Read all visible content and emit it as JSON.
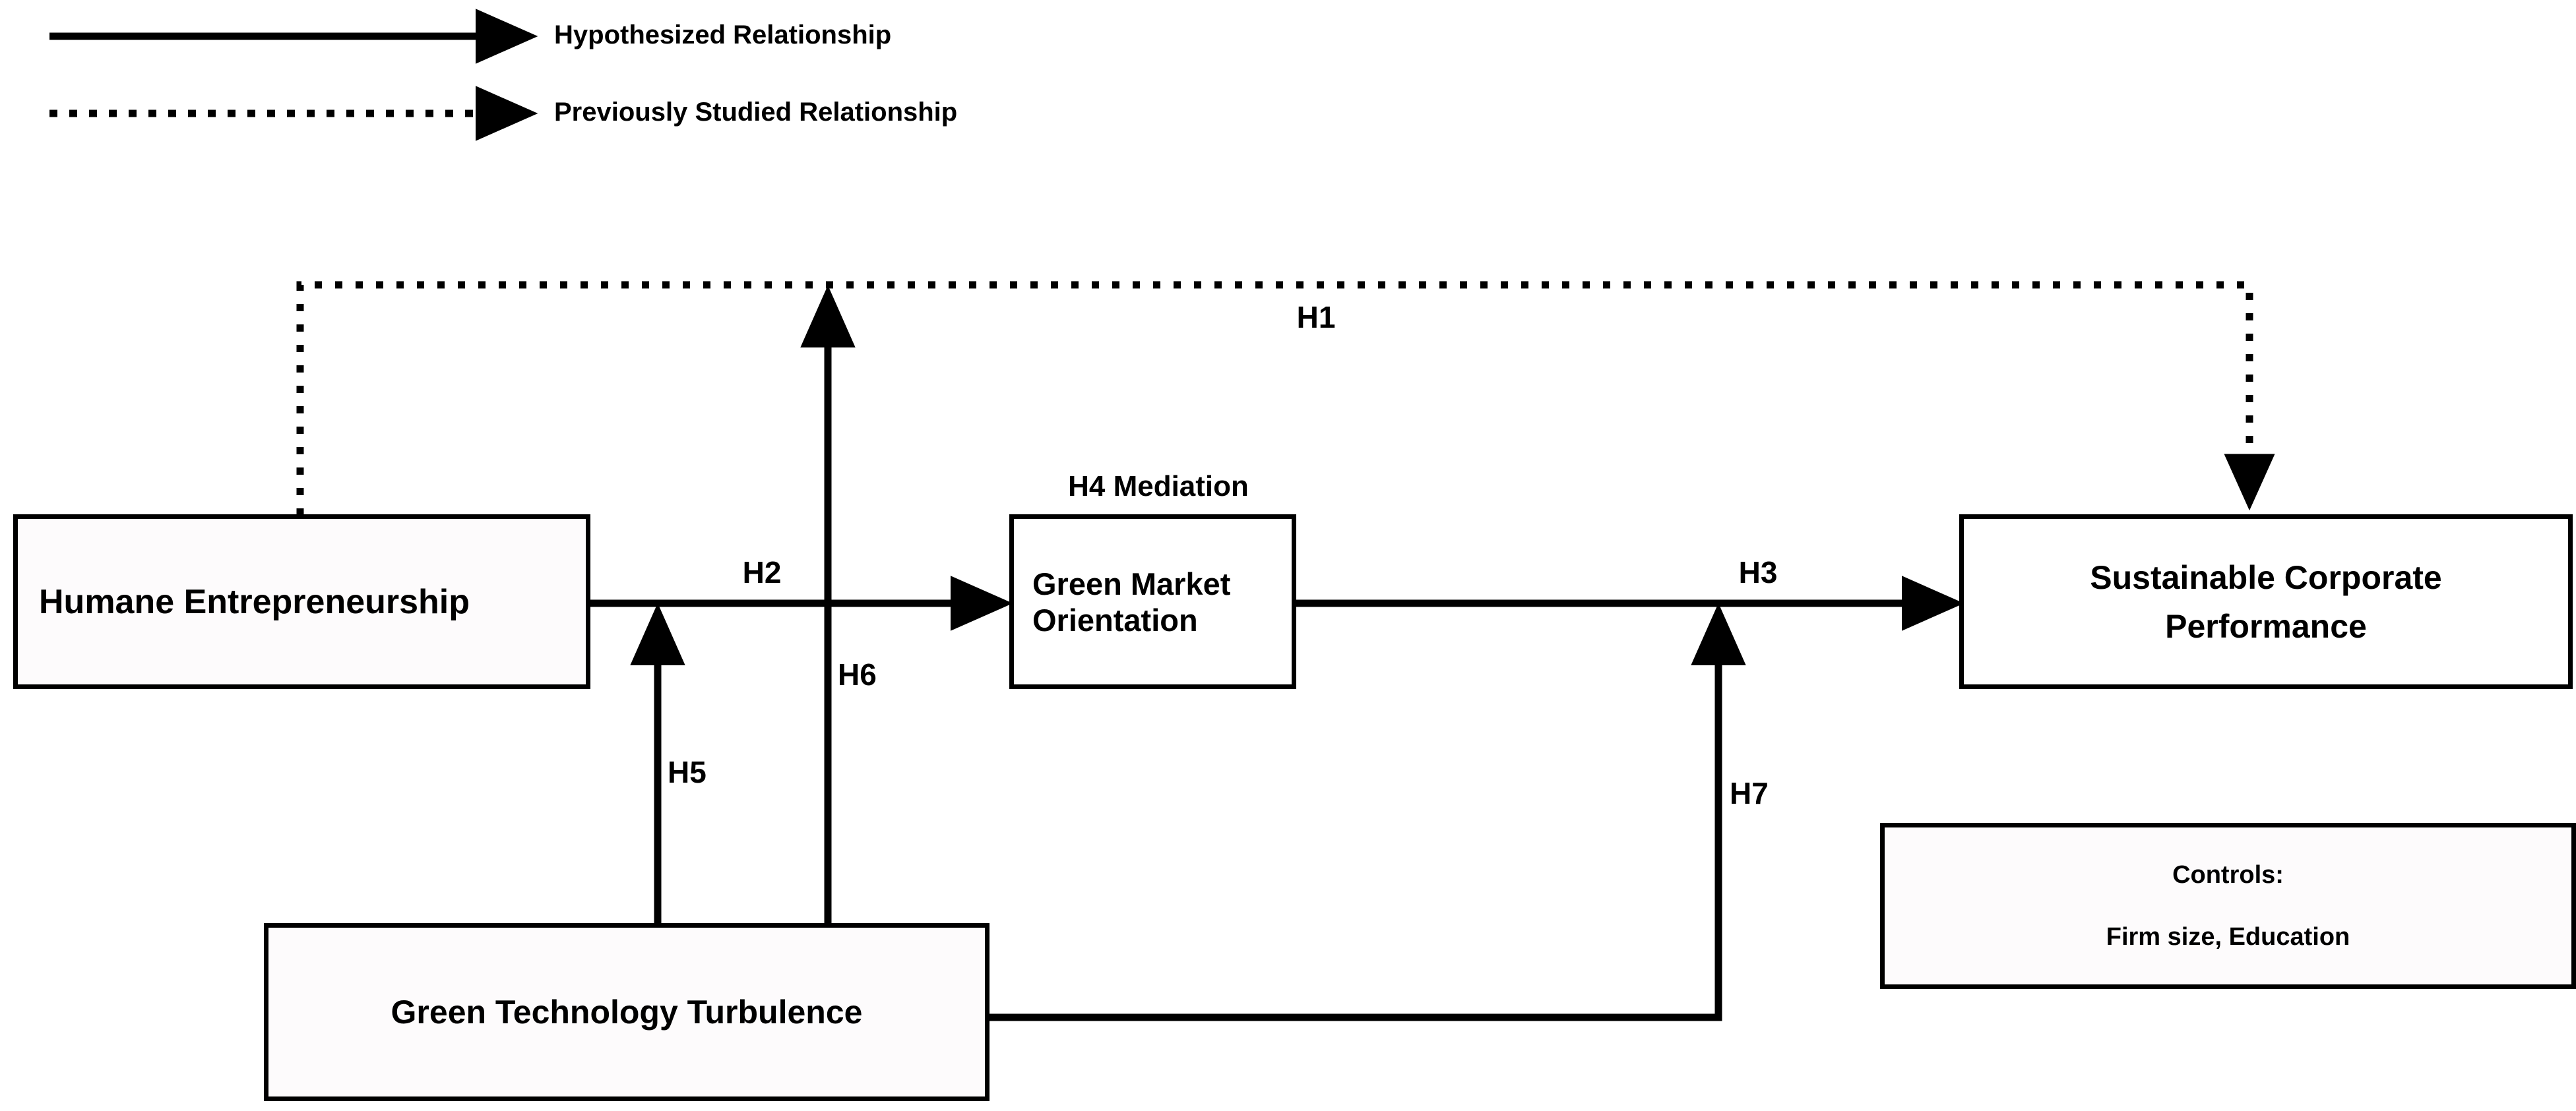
{
  "legend": {
    "items": [
      {
        "id": "hypothesized",
        "style": "solid",
        "label": "Hypothesized Relationship"
      },
      {
        "id": "previously-studied",
        "style": "dotted",
        "label": "Previously Studied Relationship"
      }
    ]
  },
  "nodes": {
    "humane_entrepreneurship": "Humane Entrepreneurship",
    "green_market_orientation": "Green Market Orientation",
    "sustainable_corporate_performance_line1": "Sustainable Corporate",
    "sustainable_corporate_performance_line2": "Performance",
    "green_technology_turbulence": "Green Technology Turbulence"
  },
  "annotations": {
    "h4_mediation": "H4 Mediation"
  },
  "edges": {
    "h1": "H1",
    "h2": "H2",
    "h3": "H3",
    "h5": "H5",
    "h6": "H6",
    "h7": "H7"
  },
  "controls": {
    "title": "Controls:",
    "values": "Firm size, Education"
  },
  "colors": {
    "stroke": "#000000",
    "box_fill": "#fdfbfc",
    "background": "#ffffff"
  }
}
